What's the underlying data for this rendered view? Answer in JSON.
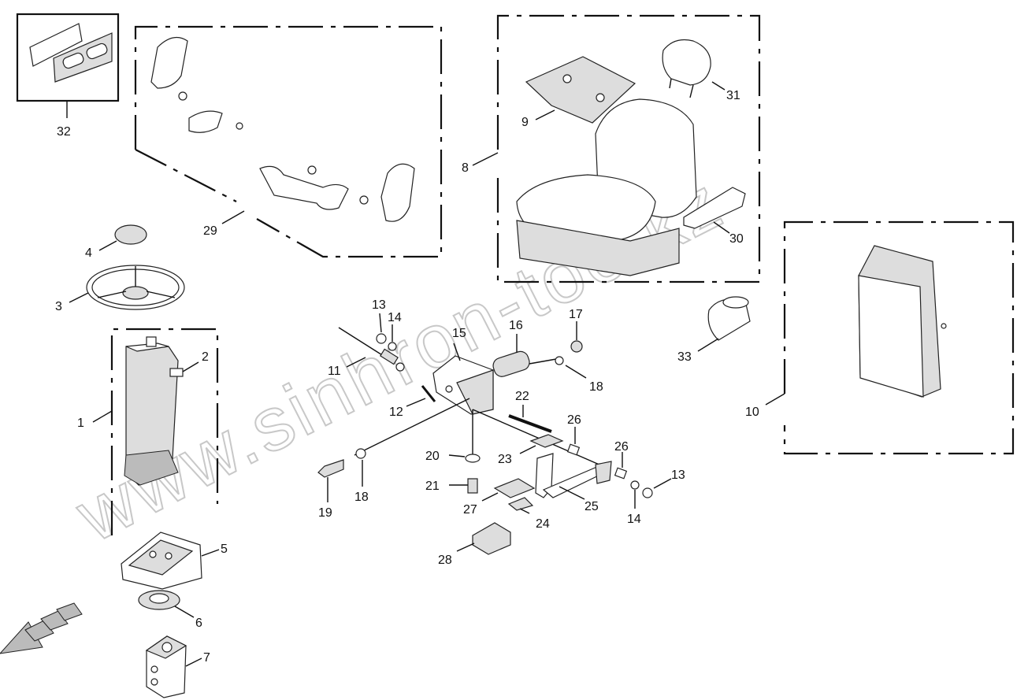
{
  "watermark": "www.sinhron-too.kz",
  "callouts": {
    "c1": "1",
    "c2": "2",
    "c3": "3",
    "c4": "4",
    "c5": "5",
    "c6": "6",
    "c7": "7",
    "c8": "8",
    "c9": "9",
    "c10": "10",
    "c11": "11",
    "c12": "12",
    "c13a": "13",
    "c13b": "13",
    "c14a": "14",
    "c14b": "14",
    "c15": "15",
    "c16": "16",
    "c17": "17",
    "c18a": "18",
    "c18b": "18",
    "c19": "19",
    "c20": "20",
    "c21": "21",
    "c22": "22",
    "c23": "23",
    "c24": "24",
    "c25": "25",
    "c26a": "26",
    "c26b": "26",
    "c27": "27",
    "c28": "28",
    "c29": "29",
    "c30": "30",
    "c31": "31",
    "c32": "32",
    "c33": "33"
  },
  "colors": {
    "line": "#111111",
    "watermark": "#c8c8c8",
    "background": "#ffffff"
  },
  "icons": {
    "direction_arrow": "forward-arrow-icon"
  }
}
